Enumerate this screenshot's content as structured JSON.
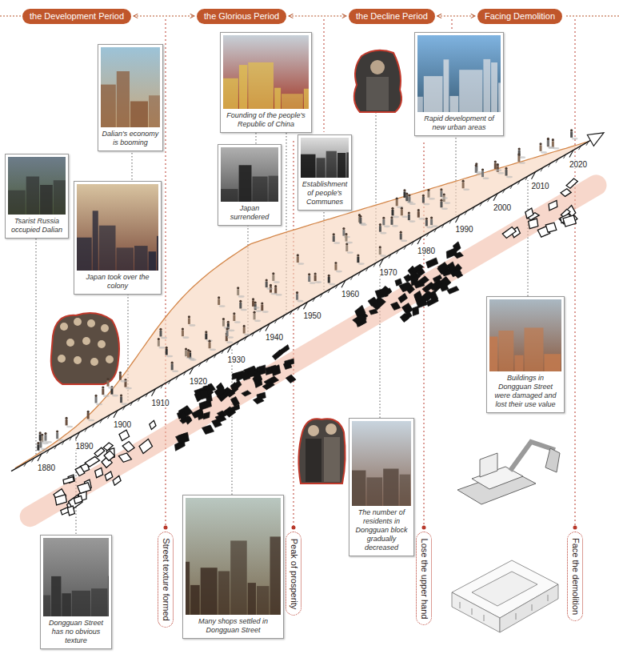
{
  "diagram": {
    "nodes": [
      {
        "text": [
          "the Development Period"
        ]
      },
      {
        "text": [
          "the Glorious Period"
        ]
      },
      {
        "text": [
          "the Decline Period"
        ]
      },
      {
        "text": [
          "Facing Demolition"
        ]
      },
      {
        "text": [
          "Tsarist Russia occupied Dalian"
        ]
      },
      {
        "text": [
          "Dalian's economy is booming"
        ]
      },
      {
        "text": [
          "Japan took over the colony"
        ]
      },
      {
        "text": [
          "Founding of the people's Republic of China"
        ]
      },
      {
        "text": [
          "Japan surrendered"
        ]
      },
      {
        "text": [
          "Establishment of people's Communes"
        ]
      },
      {
        "text": [
          "Rapid development of new urban areas"
        ]
      },
      {
        "text": [
          "Dongguan Street has no obvious texture"
        ]
      },
      {
        "text": [
          "Street texture formed"
        ]
      },
      {
        "text": [
          "Many shops settled in Dongguan Street"
        ]
      },
      {
        "text": [
          "Peak of prosperity"
        ]
      },
      {
        "text": [
          "The number of residents in Dongguan block gradually decreased"
        ]
      },
      {
        "text": [
          "Lose the upper hand"
        ]
      },
      {
        "text": [
          "Buildings in Dongguan Street were damaged and lost their use value"
        ]
      },
      {
        "text": [
          "Face the demolition"
        ]
      }
    ],
    "edges": [
      {
        "from": 0,
        "to": 1,
        "arrow": "both"
      },
      {
        "from": 1,
        "to": 2,
        "arrow": "both"
      },
      {
        "from": 2,
        "to": 3,
        "arrow": "both"
      }
    ],
    "labels": [
      "1880",
      "1890",
      "1900",
      "1910",
      "1920",
      "1930",
      "1940",
      "1950",
      "1960",
      "1970",
      "1980",
      "1990",
      "2000",
      "2010",
      "2020"
    ]
  }
}
